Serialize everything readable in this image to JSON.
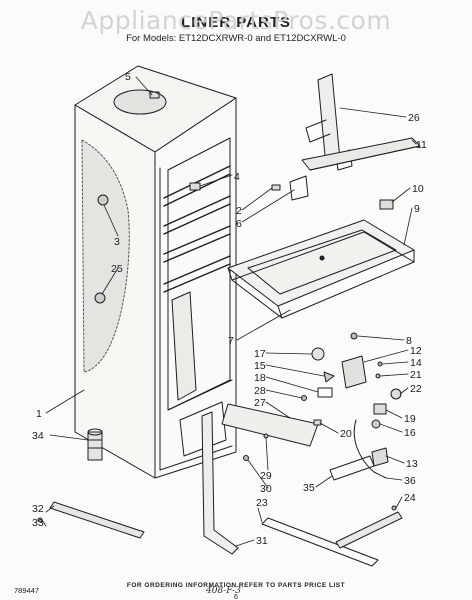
{
  "watermark": "AppliancePartsPros.com",
  "title": "LINER PARTS",
  "models_line": "For Models: ET12DCXRWR-0  and ET12DCXRWL-0",
  "footer_note": "FOR ORDERING INFORMATION REFER TO PARTS PRICE LIST",
  "page_number": "6",
  "doc_number": "789447",
  "handwritten_note": "408-F-3",
  "callouts": {
    "c5": "5",
    "c4": "4",
    "c2": "2",
    "c6": "6",
    "c3": "3",
    "c25": "25",
    "c26": "26",
    "c11": "11",
    "c10": "10",
    "c9": "9",
    "c7": "7",
    "c8": "8",
    "c17": "17",
    "c15": "15",
    "c18": "18",
    "c28": "28",
    "c27": "27",
    "c12": "12",
    "c14": "14",
    "c21": "21",
    "c22": "22",
    "c19": "19",
    "c16": "16",
    "c20": "20",
    "c13": "13",
    "c29": "29",
    "c30": "30",
    "c36": "36",
    "c35": "35",
    "c24": "24",
    "c23": "23",
    "c31": "31",
    "c1": "1",
    "c34": "34",
    "c32": "32",
    "c33": "33"
  }
}
